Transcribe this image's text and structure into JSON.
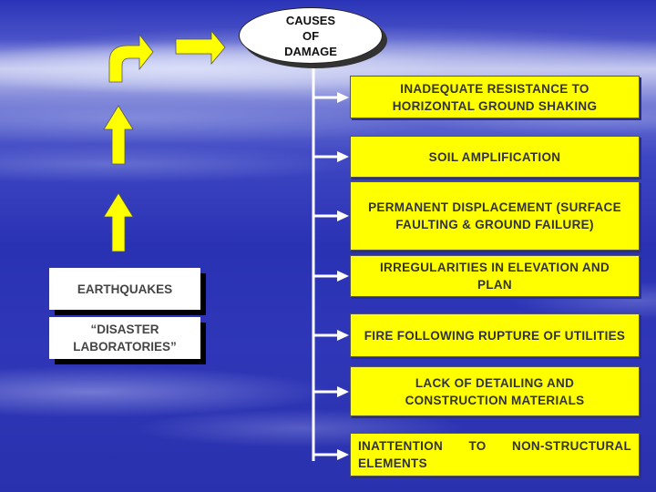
{
  "diagram": {
    "root": {
      "label": "CAUSES\nOF\nDAMAGE",
      "shape": "ellipse",
      "fill": "#ffffff"
    },
    "sources": [
      {
        "label": "EARTHQUAKES"
      },
      {
        "label": "“DISASTER\nLABORATORIES”"
      }
    ],
    "causes": [
      {
        "label": "INADEQUATE RESISTANCE TO HORIZONTAL GROUND SHAKING"
      },
      {
        "label": "SOIL AMPLIFICATION"
      },
      {
        "label": "PERMANENT DISPLACEMENT (SURFACE FAULTING & GROUND FAILURE)"
      },
      {
        "label": "IRREGULARITIES IN ELEVATION AND PLAN"
      },
      {
        "label": "FIRE FOLLOWING RUPTURE OF UTILITIES"
      },
      {
        "label": "LACK OF DETAILING AND CONSTRUCTION MATERIALS"
      },
      {
        "label": "INATTENTION TO NON-STRUCTURAL ELEMENTS"
      }
    ],
    "colors": {
      "cause_fill": "#ffff00",
      "cause_text": "#333333",
      "arrow_fill": "#ffff00",
      "connector": "#ffffff",
      "source_fill": "#ffffff",
      "background": "#2f37b8"
    },
    "flow": [
      "sources",
      "up-arrows",
      "bent-arrow",
      "right-arrow",
      "root",
      "causes"
    ]
  }
}
